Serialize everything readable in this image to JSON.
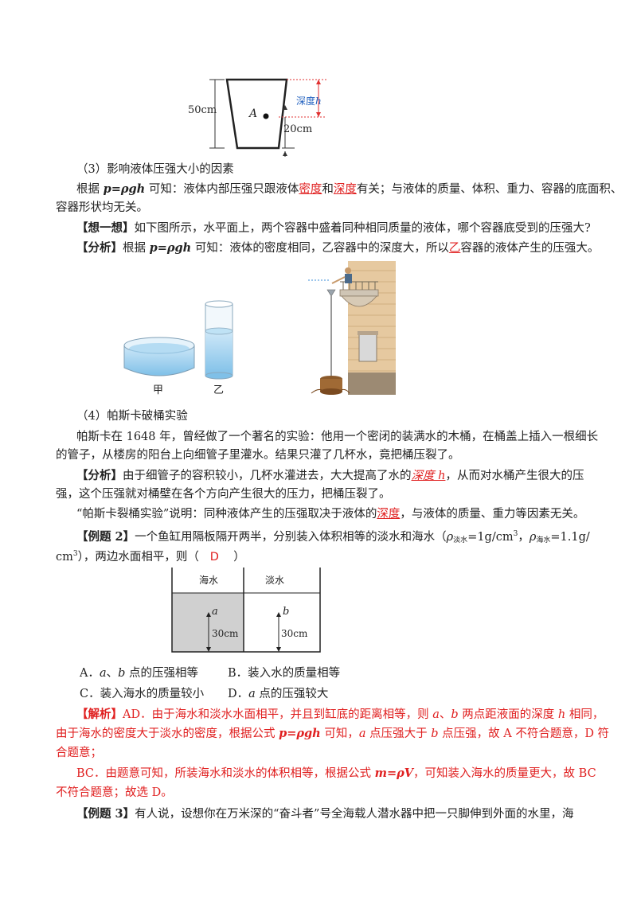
{
  "fig1": {
    "label_50cm": "50cm",
    "label_point": "A",
    "label_depth": "深度",
    "label_depth_var": "h",
    "label_20cm": "20cm"
  },
  "s3": {
    "heading": "（3）影响液体压强大小的因素",
    "l1_a": "根据 ",
    "l1_formula": "p=ρgh",
    "l1_b": " 可知：液体内部压强只跟液体",
    "l1_density": "密度",
    "l1_and": "和",
    "l1_depth": "深度",
    "l1_c": "有关；与液体的质量、体积、重力、容器的底面积、",
    "l2": "容器形状均无关。",
    "think_tag": "【想一想】",
    "think_text": "如下图所示，水平面上，两个容器中盛着同种相同质量的液体，哪个容器底受到的压强大?",
    "analysis_tag": "【分析】",
    "analysis_a": "根据 ",
    "analysis_formula": "p=ρgh",
    "analysis_b": " 可知：液体的密度相同，乙容器中的深度大，所以",
    "analysis_ans": "乙",
    "analysis_c": "容器的液体产生的压强大。"
  },
  "fig2": {
    "label_jia": "甲",
    "label_yi": "乙"
  },
  "s4": {
    "heading": "（4）帕斯卡破桶实验",
    "p1_l1": "帕斯卡在 1648 年，曾经做了一个著名的实验：他用一个密闭的装满水的木桶，在桶盖上插入一根细长",
    "p1_l2": "的管子，从楼房的阳台上向细管子里灌水。结果只灌了几杯水，竟把桶压裂了。",
    "an_tag": "【分析】",
    "an_l1_a": "由于细管子的容积较小，几杯水灌进去，大大提高了水的",
    "an_l1_ans": "深度 h",
    "an_l1_b": "，从而对水桶产生很大的压",
    "an_l2": "强，这个压强就对桶壁在各个方向产生很大的压力，把桶压裂了。",
    "q_l1_a": "“帕斯卡裂桶实验”说明：同种液体产生的压强取决于液体的",
    "q_l1_ans": "深度",
    "q_l1_b": "，与液体的质量、重力等因素无关。"
  },
  "ex2": {
    "tag": "【例题 2】",
    "l1_a": "一个鱼缸用隔板隔开两半，分别装入体积相等的淡水和海水（",
    "rho1": "ρ",
    "rho1_sub": "淡水",
    "rho1_val": "=1g/cm",
    "rho1_sup": "3",
    "sep": "，",
    "rho2": "ρ",
    "rho2_sub": "海水",
    "rho2_val": "=1.1g/",
    "l2_a": "cm",
    "l2_sup": "3",
    "l2_b": "），两边水面相平，则（",
    "answer": "D",
    "l2_c": "）",
    "tank_sea": "海水",
    "tank_fresh": "淡水",
    "tank_a": "a",
    "tank_b": "b",
    "tank_30a": "30cm",
    "tank_30b": "30cm",
    "optA_a": "A．",
    "optA_v": "a",
    "optA_m": "、",
    "optA_v2": "b",
    "optA_t": " 点的压强相等",
    "optB": "B．装入水的质量相等",
    "optC": "C．装入海水的质量较小",
    "optD_a": "D．",
    "optD_v": "a",
    "optD_t": " 点的压强较大",
    "sol_tag": "【解析】",
    "sol_l1_a": "AD．由于海水和淡水水面相平，并且到缸底的距离相等，则 ",
    "sol_l1_a1": "a",
    "sol_l1_m": "、",
    "sol_l1_b1": "b",
    "sol_l1_b": " 两点距液面的深度 ",
    "sol_l1_h": "h",
    "sol_l1_c": " 相同，",
    "sol_l2_a": "由于海水的密度大于淡水的密度，根据公式 ",
    "sol_l2_f": "p=ρgh",
    "sol_l2_b": " 可知，",
    "sol_l2_av": "a",
    "sol_l2_c": " 点压强大于 ",
    "sol_l2_bv": "b",
    "sol_l2_d": " 点压强，故 A 不符合题意，D 符",
    "sol_l3": "合题意；",
    "sol_l4_a": "BC．由题意可知，所装海水和淡水的体积相等，根据公式 ",
    "sol_l4_f": "m=ρV",
    "sol_l4_b": "，可知装入海水的质量更大，故 BC",
    "sol_l5": "不符合题意；故选 D。"
  },
  "ex3": {
    "tag": "【例题 3】",
    "text": "有人说，设想你在万米深的“奋斗者”号全海载人潜水器中把一只脚伸到外面的水里，海"
  }
}
